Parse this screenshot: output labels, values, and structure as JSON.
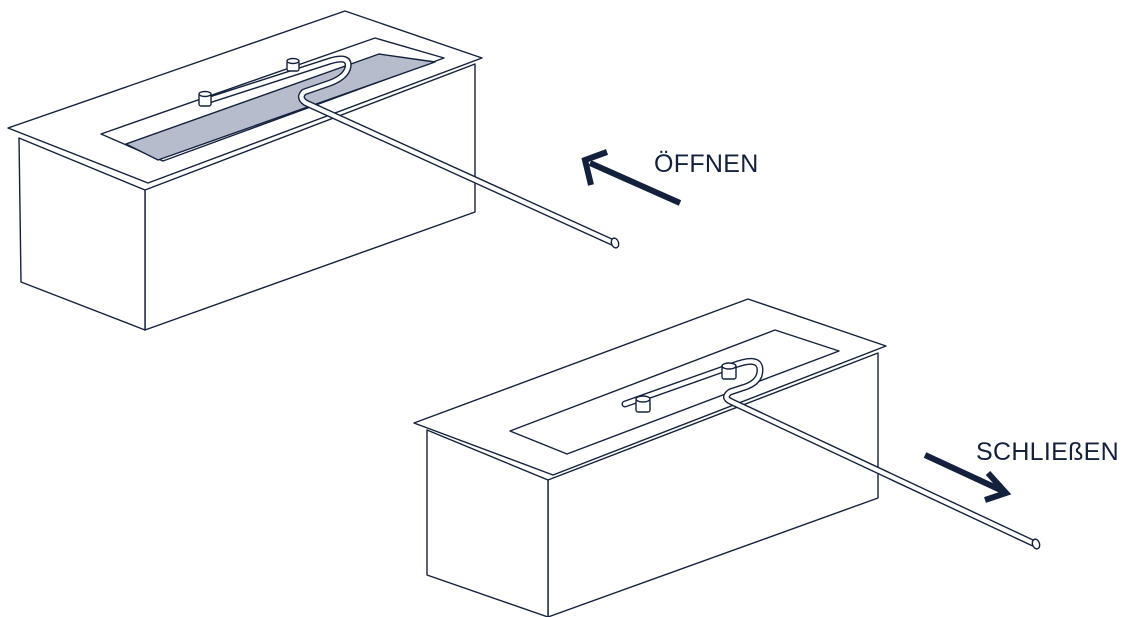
{
  "labels": {
    "open": "ÖFFNEN",
    "close": "SCHLIEßEN"
  },
  "colors": {
    "line": "#14213d",
    "slot_fill": "#b6bccb",
    "background": "#ffffff"
  },
  "illustrations": [
    {
      "name": "burner-box-open",
      "state": "open",
      "icon": "burner-insert-with-lever-icon"
    },
    {
      "name": "burner-box-closed",
      "state": "closed",
      "icon": "burner-insert-with-lever-icon"
    }
  ]
}
